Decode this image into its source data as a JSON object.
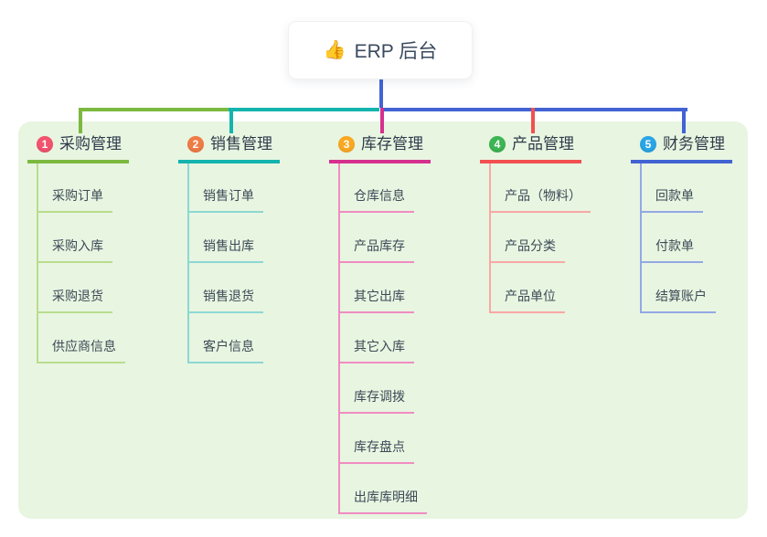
{
  "root": {
    "icon": "👍",
    "label": "ERP 后台"
  },
  "branches": [
    {
      "num": "1",
      "title": "采购管理",
      "badge_color": "#f2536d",
      "line_color": "#7cb93f",
      "light_color": "#b9dd8d",
      "children": [
        "采购订单",
        "采购入库",
        "采购退货",
        "供应商信息"
      ]
    },
    {
      "num": "2",
      "title": "销售管理",
      "badge_color": "#ef7b45",
      "line_color": "#14b3ae",
      "light_color": "#8cd8d2",
      "children": [
        "销售订单",
        "销售出库",
        "销售退货",
        "客户信息"
      ]
    },
    {
      "num": "3",
      "title": "库存管理",
      "badge_color": "#f9a822",
      "line_color": "#d6308f",
      "light_color": "#f08cc2",
      "children": [
        "仓库信息",
        "产品库存",
        "其它出库",
        "其它入库",
        "库存调拨",
        "库存盘点",
        "出库库明细"
      ]
    },
    {
      "num": "4",
      "title": "产品管理",
      "badge_color": "#3cb552",
      "line_color": "#f25050",
      "light_color": "#f8a8a4",
      "children": [
        "产品（物料）",
        "产品分类",
        "产品单位"
      ]
    },
    {
      "num": "5",
      "title": "财务管理",
      "badge_color": "#2aa5e5",
      "line_color": "#4263d3",
      "light_color": "#93a8e4",
      "children": [
        "回款单",
        "付款单",
        "结算账户"
      ]
    }
  ],
  "canvas": {
    "panel_bg": "#e8f5e1",
    "page_bg": "#ffffff"
  }
}
